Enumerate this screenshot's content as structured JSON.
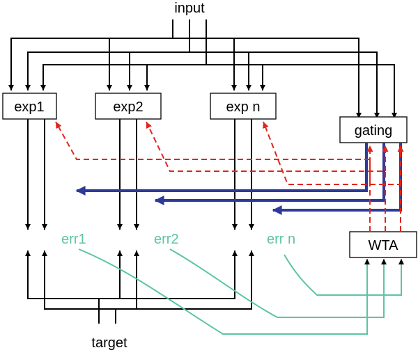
{
  "labels": {
    "input": "input",
    "target": "target"
  },
  "boxes": {
    "exp1": "exp1",
    "exp2": "exp2",
    "expn": "exp n",
    "gating": "gating",
    "wta": "WTA"
  },
  "errors": {
    "err1": "err1",
    "err2": "err2",
    "errn": "err n"
  },
  "colors": {
    "black_arrows": "#000000",
    "blue_arrows": "#2e3a99",
    "red_dashed": "#e0251c",
    "teal_lines": "#5cc4a6"
  }
}
